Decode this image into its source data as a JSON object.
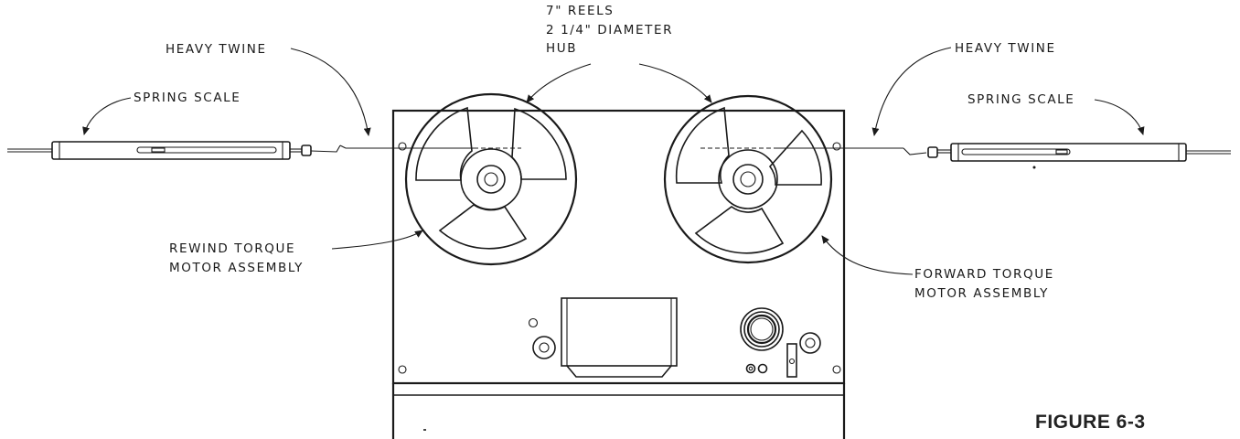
{
  "labels": {
    "heavy_twine_left": "HEAVY TWINE",
    "heavy_twine_right": "HEAVY TWINE",
    "spring_scale_left": "SPRING SCALE",
    "spring_scale_right": "SPRING SCALE",
    "reels_line1": "7\" REELS",
    "reels_line2": "2 1/4\" DIAMETER",
    "reels_line3": "HUB",
    "rewind_line1": "REWIND TORQUE",
    "rewind_line2": "MOTOR ASSEMBLY",
    "forward_line1": "FORWARD TORQUE",
    "forward_line2": "MOTOR ASSEMBLY",
    "figure": "FIGURE 6-3"
  }
}
